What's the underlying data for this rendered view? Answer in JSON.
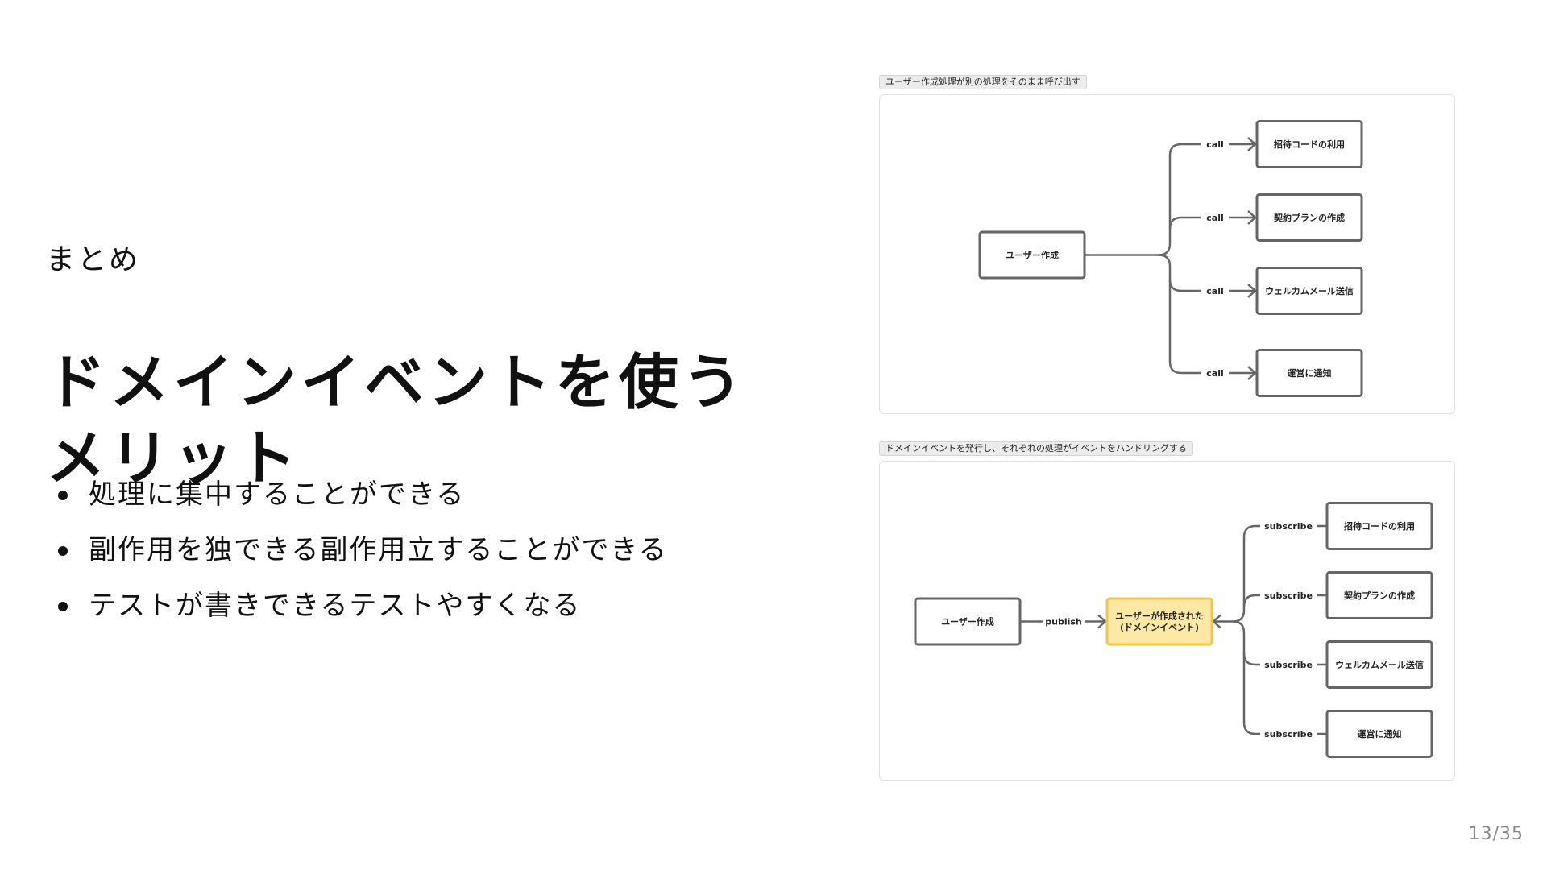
{
  "slide": {
    "kicker": "まとめ",
    "title_lines": [
      "ドメインイベントを使う",
      "メリット"
    ],
    "bullets": [
      "処理に集中することができる",
      "副作用を独できる副作用立することができる",
      "テストが書きできるテストやすくなる"
    ],
    "page_number": "13/35"
  },
  "diagrams": {
    "top": {
      "caption": "ユーザー作成処理が別の処理をそのまま呼び出す",
      "source": "ユーザー作成",
      "edge_label": "call",
      "targets": [
        "招待コードの利用",
        "契約プランの作成",
        "ウェルカムメール送信",
        "運営に通知"
      ]
    },
    "bottom": {
      "caption": "ドメインイベントを発行し、それぞれの処理がイベントをハンドリングする",
      "source": "ユーザー作成",
      "publish_label": "publish",
      "event_lines": [
        "ユーザーが作成された",
        "(ドメインイベント)"
      ],
      "edge_label": "subscribe",
      "targets": [
        "招待コードの利用",
        "契約プランの作成",
        "ウェルカムメール送信",
        "運営に通知"
      ]
    }
  },
  "colors": {
    "event_fill": "#fde9a3",
    "event_stroke": "#f3c64a",
    "node_stroke": "#666666"
  }
}
